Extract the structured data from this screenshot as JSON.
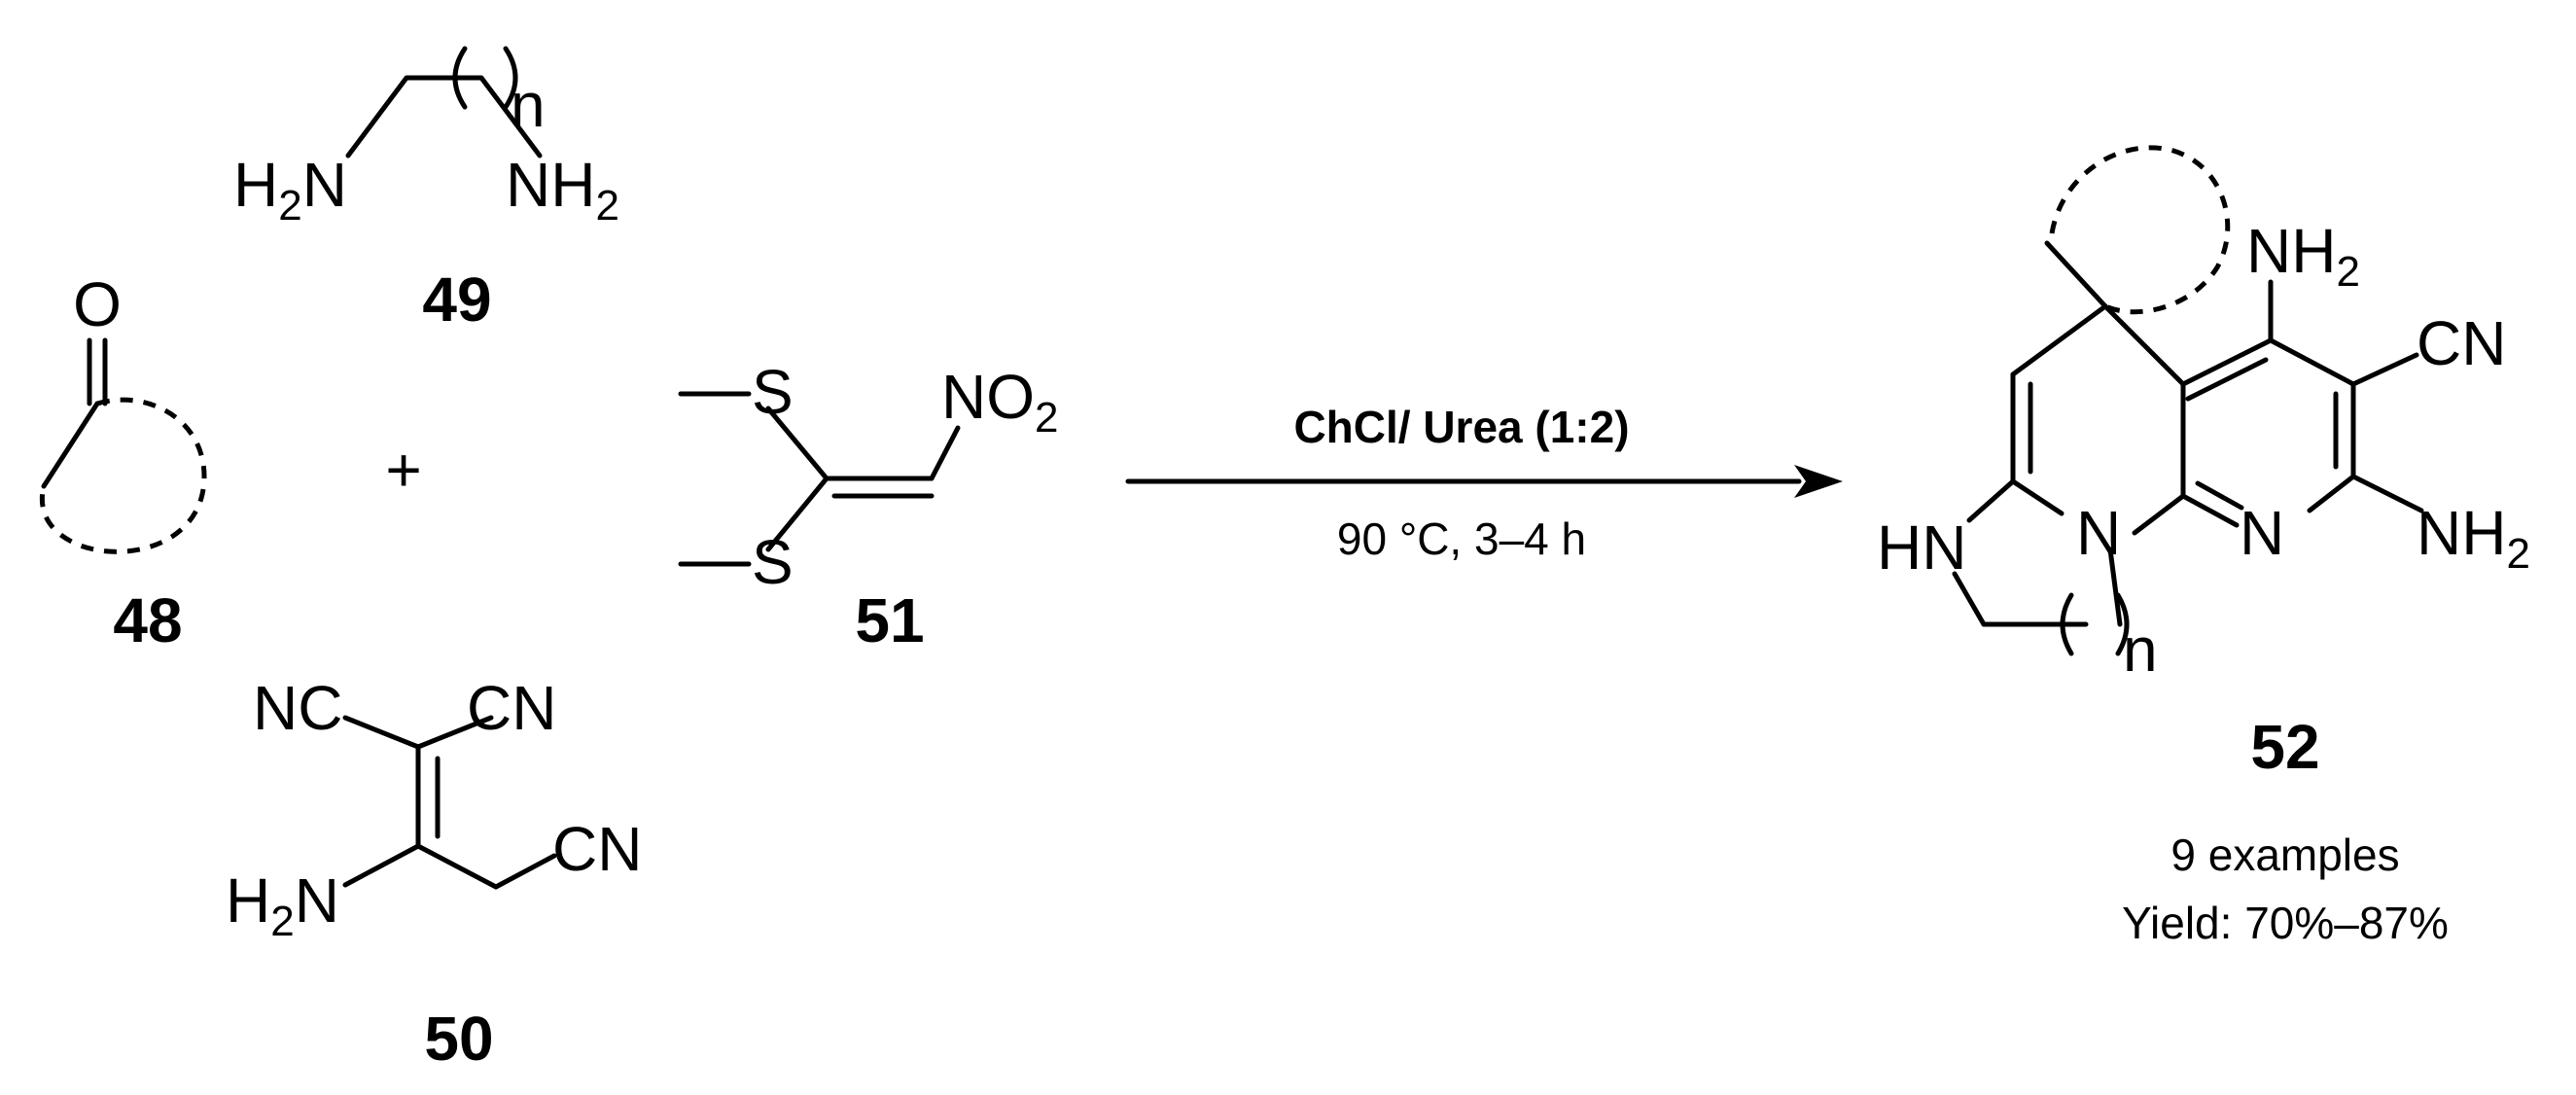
{
  "compounds": {
    "c48": "48",
    "c49": "49",
    "c50": "50",
    "c51": "51",
    "c52": "52"
  },
  "plus_sign": "+",
  "atoms": {
    "O": "O",
    "S": "S",
    "N": "N",
    "HN": "HN",
    "NC": "NC",
    "CN": "CN",
    "NO": "NO",
    "NH": "NH",
    "H": "H",
    "sub2": "2",
    "n": "n"
  },
  "conditions": {
    "reagent": "ChCl/ Urea (1:2)",
    "temperature_time": "90 °C, 3–4 h"
  },
  "result": {
    "examples": "9 examples",
    "yield": "Yield: 70%–87%"
  }
}
